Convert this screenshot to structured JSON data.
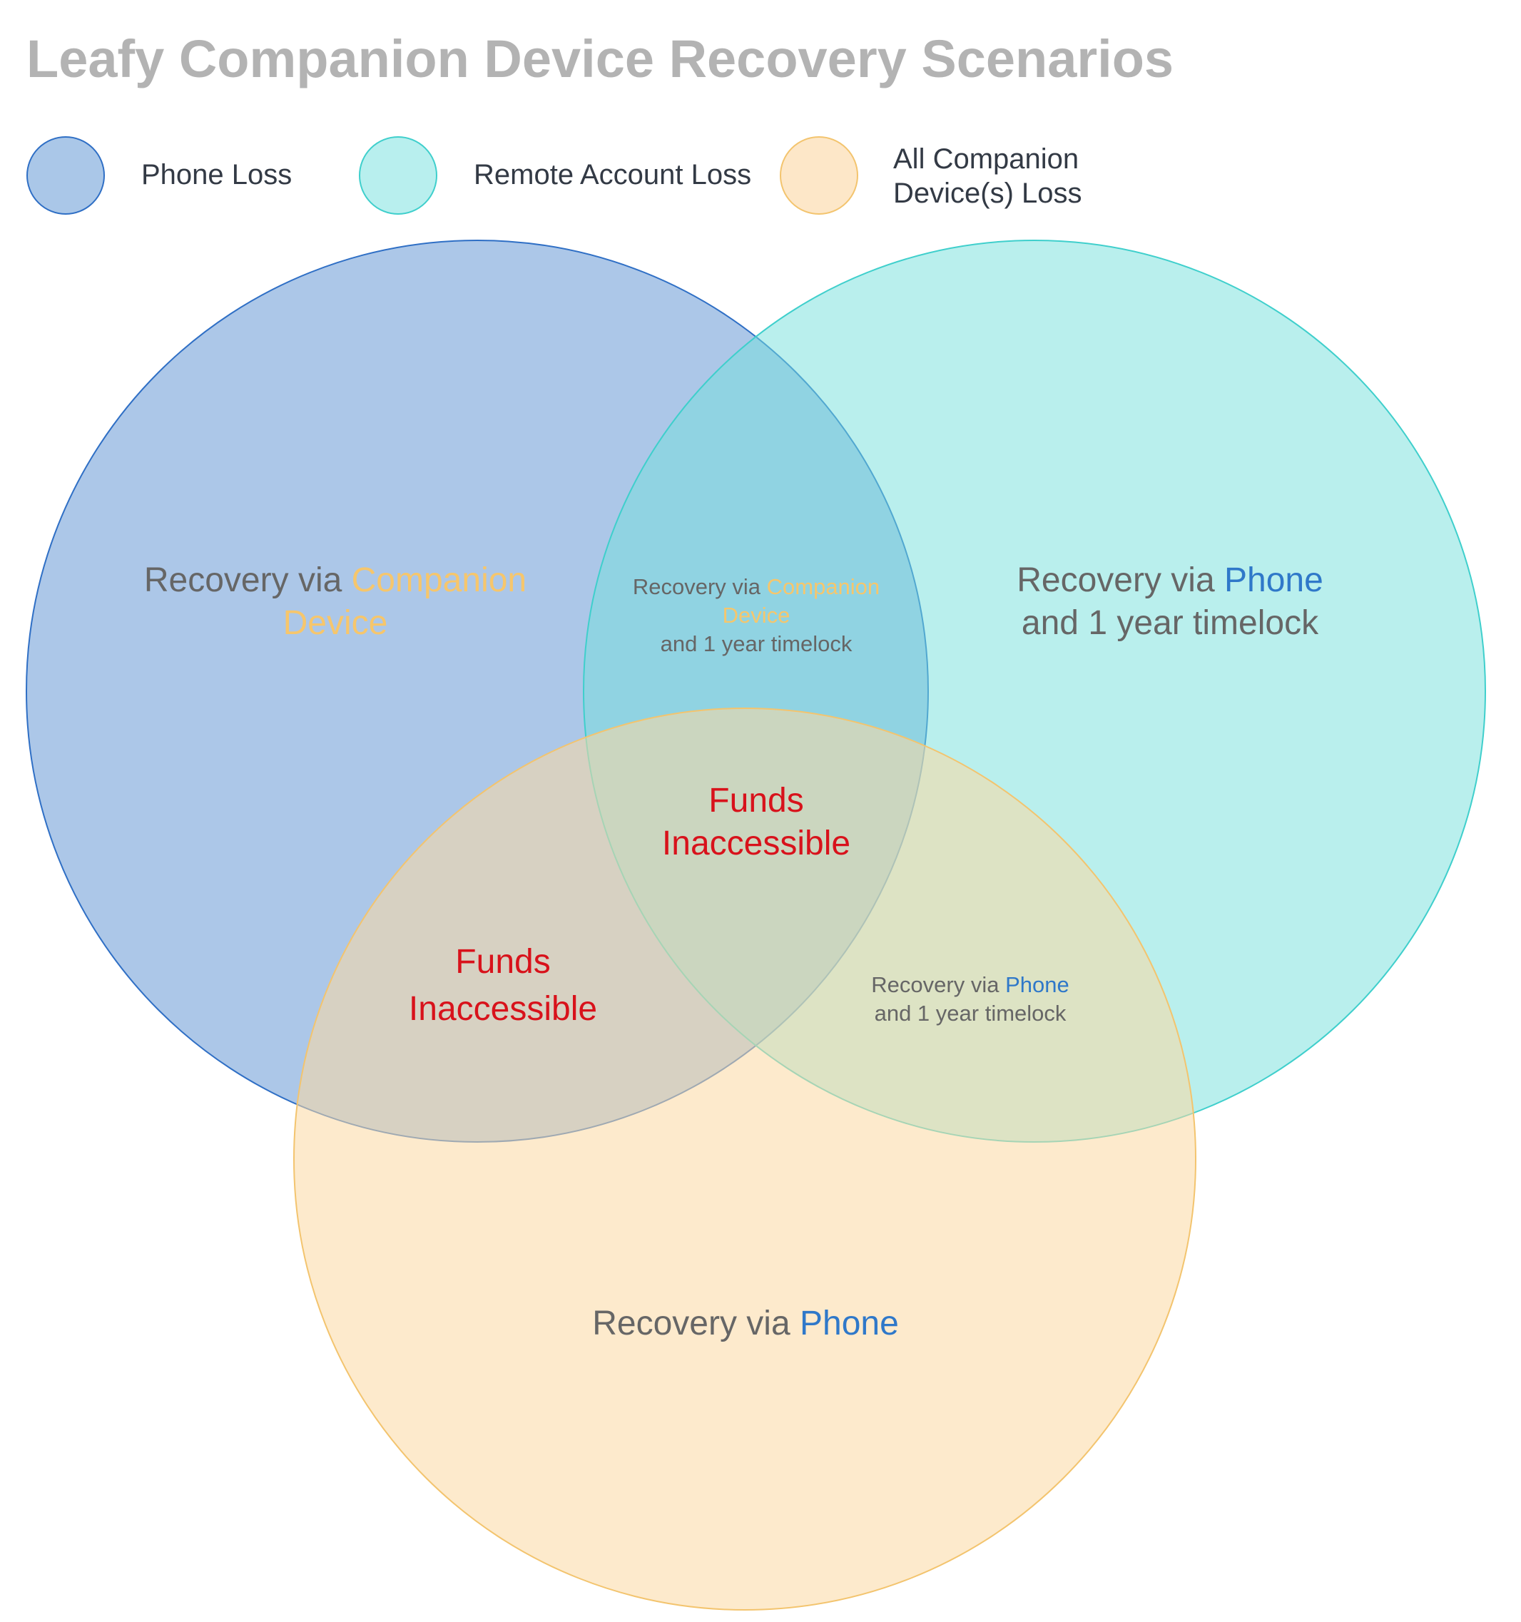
{
  "title": "Leafy Companion Device Recovery Scenarios",
  "colors": {
    "phone_loss_fill": "#aac7e8",
    "phone_loss_stroke": "#2f6fc5",
    "remote_loss_fill": "#b8efee",
    "remote_loss_stroke": "#3fcfcc",
    "companion_loss_fill": "#fde7c8",
    "companion_loss_stroke": "#f3c46e",
    "text_gray": "#666666",
    "accent_companion": "#f6c66c",
    "accent_phone": "#2f78c9",
    "danger_red": "#d8121b",
    "title_gray": "#b3b3b3"
  },
  "legend": [
    {
      "label": "Phone Loss"
    },
    {
      "label": "Remote Account Loss"
    },
    {
      "label_line1": "All Companion",
      "label_line2": "Device(s) Loss"
    }
  ],
  "regions": {
    "phone_only": {
      "prefix": "Recovery via ",
      "accent1": "Companion",
      "accent2": "Device"
    },
    "remote_only": {
      "prefix": "Recovery via ",
      "accent": "Phone",
      "line2": "and 1 year timelock"
    },
    "companion_only": {
      "prefix": "Recovery via ",
      "accent": "Phone"
    },
    "phone_remote": {
      "prefix": "Recovery via ",
      "accent1": "Companion",
      "accent2": "Device",
      "line3": "and 1 year timelock"
    },
    "phone_companion": {
      "line1": "Funds",
      "line2": "Inaccessible"
    },
    "remote_companion": {
      "prefix": "Recovery via ",
      "accent": "Phone",
      "line2": "and 1 year timelock"
    },
    "all_three": {
      "line1": "Funds",
      "line2": "Inaccessible"
    }
  }
}
